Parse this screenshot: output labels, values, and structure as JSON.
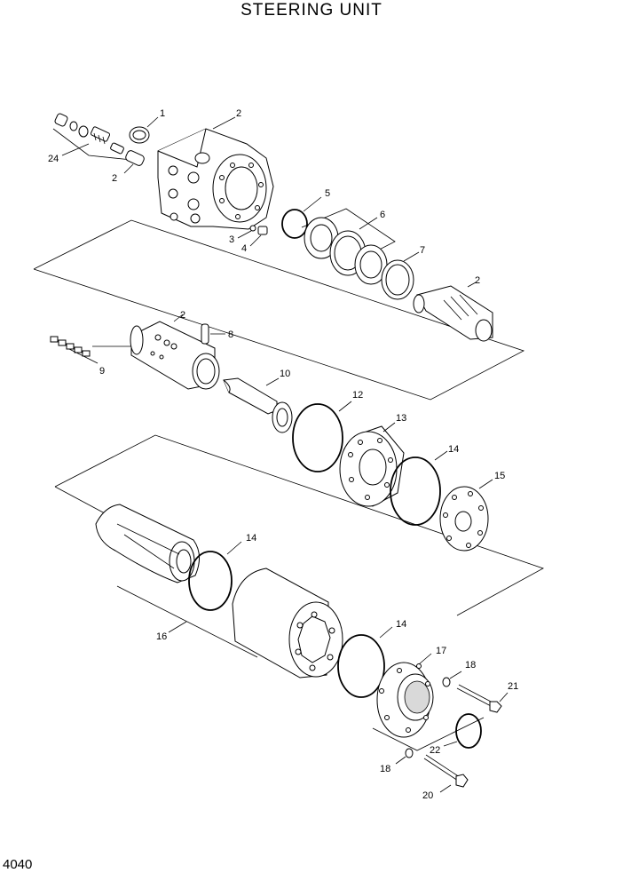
{
  "title": "STEERING UNIT",
  "page_number": "4040",
  "callouts": {
    "c1": "1",
    "c2a": "2",
    "c24": "24",
    "c2b": "2",
    "c3": "3",
    "c4": "4",
    "c5": "5",
    "c6": "6",
    "c7": "7",
    "c2c": "2",
    "c2d": "2",
    "c8": "8",
    "c9": "9",
    "c10": "10",
    "c12": "12",
    "c13": "13",
    "c14a": "14",
    "c15": "15",
    "c14b": "14",
    "c16": "16",
    "c14c": "14",
    "c17": "17",
    "c18a": "18",
    "c21": "21",
    "c22": "22",
    "c18b": "18",
    "c20": "20"
  }
}
